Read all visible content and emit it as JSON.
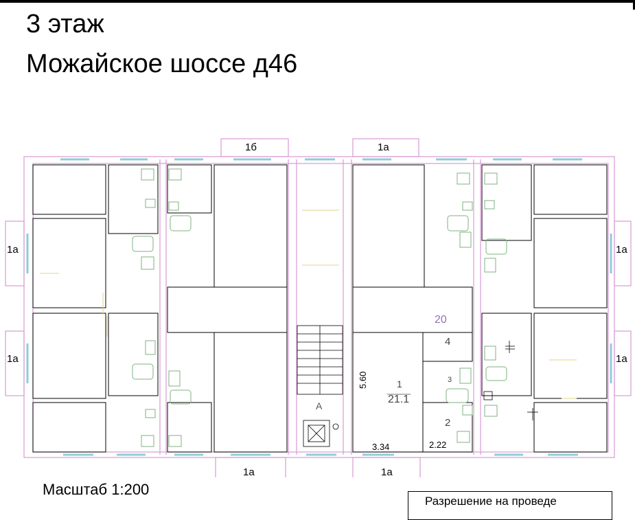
{
  "header": {
    "floor": "3 этаж",
    "address": "Можайское шоссе д46"
  },
  "plan": {
    "bay_labels": [
      "1б",
      "1а",
      "1а",
      "1а",
      "1а",
      "1а",
      "1а",
      "1а"
    ],
    "stair_label": "А",
    "room_number": "20",
    "rooms": [
      {
        "number": "1",
        "area": "21.1"
      },
      {
        "number": "2"
      },
      {
        "number": "3"
      },
      {
        "number": "4"
      }
    ],
    "dimensions": [
      "5.60",
      "3.34",
      "2.22"
    ]
  },
  "footer": {
    "scale": "Масштаб 1:200",
    "note": "Разрешение на проведе"
  },
  "colors": {
    "walls": "#d99ad6",
    "windows": "#8ccfd6",
    "fixtures": "#7fb27f",
    "doors": "#e6d28a",
    "lines": "#000000"
  }
}
